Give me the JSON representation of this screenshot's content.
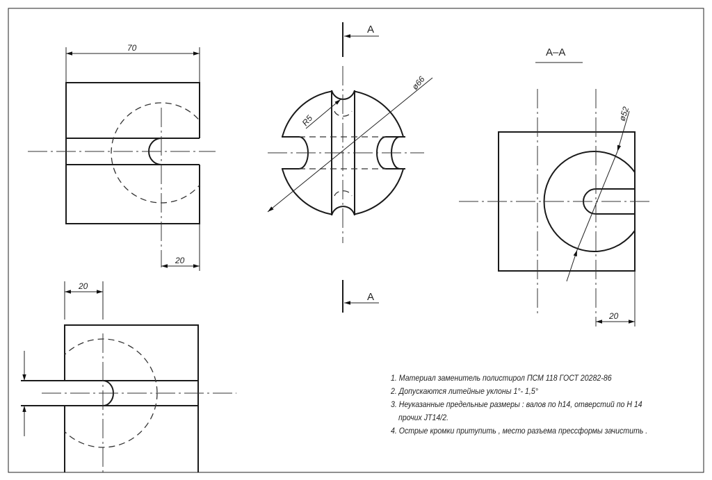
{
  "dimensions": {
    "top_view_width": "70",
    "top_view_slot_offset": "20",
    "bottom_view_offset": "20",
    "section_offset": "20",
    "outer_diameter": "ø66",
    "radius": "R5",
    "inner_diameter": "ø52"
  },
  "section": {
    "marker_top": "A",
    "marker_bottom": "A",
    "title": "A–A"
  },
  "notes": [
    "1.  Материал заменитель полистирол   ПСМ  118  ГОСТ  20282-86",
    "2.  Допускаются литейные уклоны  1°- 1,5°",
    "3.  Неуказанные предельные размеры : валов по  h14, отверстий по Н 14",
    "прочих  JT14/2.",
    "4.  Острые кромки притупить , место разъема прессформы зачистить ."
  ],
  "colors": {
    "line": "#1a1a1a",
    "background": "#ffffff"
  }
}
